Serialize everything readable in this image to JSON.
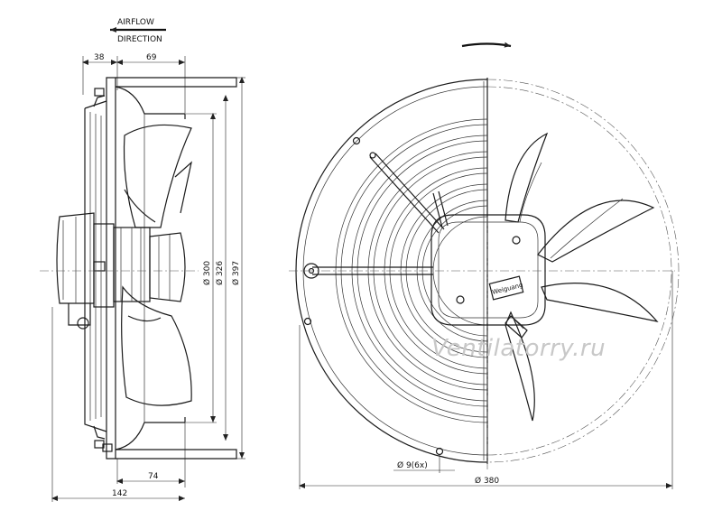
{
  "airflow": {
    "line1": "AIRFLOW",
    "line2": "DIRECTION"
  },
  "dims": {
    "d38": "38",
    "d69": "69",
    "d74": "74",
    "d142": "142",
    "d300": "Ø 300",
    "d326": "Ø 326",
    "d397": "Ø 397",
    "d9": "Ø 9(6x)",
    "d380": "Ø 380"
  },
  "watermark": "Ventilatorry.ru",
  "motor_label": "Weiguang",
  "colors": {
    "line": "#1a1a1a",
    "watermark": "#c8c8c8"
  }
}
